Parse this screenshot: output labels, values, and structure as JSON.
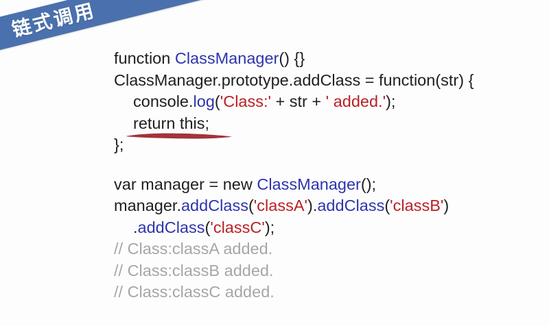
{
  "banner": {
    "label": "链式调用",
    "bg_color": "#4a71ad",
    "text_color": "#ffffff"
  },
  "colors": {
    "background": "#fdfdfd",
    "code": "#1f1f1f",
    "identifier": "#2e34ad",
    "string": "#ba2025",
    "comment": "#a6a6aa",
    "underline": "#a2343a"
  },
  "code": {
    "lines": [
      {
        "indent": false,
        "segments": [
          {
            "t": "function ",
            "c": "plain"
          },
          {
            "t": "ClassManager",
            "c": "ident"
          },
          {
            "t": "() {}",
            "c": "plain"
          }
        ]
      },
      {
        "indent": false,
        "segments": [
          {
            "t": "ClassManager.prototype.addClass = function(str) {",
            "c": "plain"
          }
        ]
      },
      {
        "indent": true,
        "segments": [
          {
            "t": "console.",
            "c": "plain"
          },
          {
            "t": "log",
            "c": "ident"
          },
          {
            "t": "(",
            "c": "plain"
          },
          {
            "t": "'Class:'",
            "c": "string"
          },
          {
            "t": " + str + ",
            "c": "plain"
          },
          {
            "t": "' added.'",
            "c": "string"
          },
          {
            "t": ");",
            "c": "plain"
          }
        ]
      },
      {
        "indent": true,
        "underlined": true,
        "segments": [
          {
            "t": "return this;",
            "c": "plain"
          }
        ]
      },
      {
        "indent": false,
        "segments": [
          {
            "t": "};",
            "c": "plain"
          }
        ]
      },
      {
        "indent": false,
        "segments": []
      },
      {
        "indent": false,
        "segments": [
          {
            "t": "var manager = new ",
            "c": "plain"
          },
          {
            "t": "ClassManager",
            "c": "ident"
          },
          {
            "t": "();",
            "c": "plain"
          }
        ]
      },
      {
        "indent": false,
        "segments": [
          {
            "t": "manager.",
            "c": "plain"
          },
          {
            "t": "addClass",
            "c": "ident"
          },
          {
            "t": "(",
            "c": "plain"
          },
          {
            "t": "'classA'",
            "c": "string"
          },
          {
            "t": ").",
            "c": "plain"
          },
          {
            "t": "addClass",
            "c": "ident"
          },
          {
            "t": "(",
            "c": "plain"
          },
          {
            "t": "'classB'",
            "c": "string"
          },
          {
            "t": ")",
            "c": "plain"
          }
        ]
      },
      {
        "indent": true,
        "segments": [
          {
            "t": ".",
            "c": "plain"
          },
          {
            "t": "addClass",
            "c": "ident"
          },
          {
            "t": "(",
            "c": "plain"
          },
          {
            "t": "'classC'",
            "c": "string"
          },
          {
            "t": ");",
            "c": "plain"
          }
        ]
      },
      {
        "indent": false,
        "segments": [
          {
            "t": "// Class:classA added.",
            "c": "comment"
          }
        ]
      },
      {
        "indent": false,
        "segments": [
          {
            "t": "// Class:classB added.",
            "c": "comment"
          }
        ]
      },
      {
        "indent": false,
        "segments": [
          {
            "t": "// Class:classC added.",
            "c": "comment"
          }
        ]
      }
    ]
  }
}
